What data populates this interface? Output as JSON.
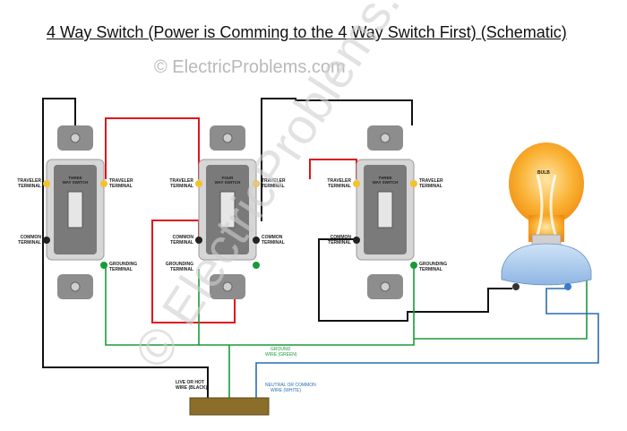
{
  "title": "4 Way Switch (Power is Comming to the 4 Way Switch First) (Schematic)",
  "copyright": "© ElectricProblems.com",
  "watermark": "© ElectricProblems.com",
  "colors": {
    "hot": "#111111",
    "traveler": "#e0161b",
    "ground": "#1a9a3a",
    "neutral": "#2a6db4",
    "junction_box": "#8a6e2a",
    "bulb": "#f7a01a"
  },
  "switches": [
    {
      "name": "three-way-switch-left",
      "body_lines": [
        "THREE",
        "WAY SWITCH"
      ],
      "traveler_label": [
        "TRAVELER",
        "TERMINAL"
      ],
      "traveler_label_right": [
        "TRAVELER",
        "TERMINAL"
      ],
      "common_label": [
        "COMMON",
        "TERMINAL"
      ],
      "ground_label": [
        "GROUNDING",
        "TERMINAL"
      ]
    },
    {
      "name": "four-way-switch",
      "body_lines": [
        "FOUR",
        "WAY SWITCH"
      ],
      "traveler_label": [
        "TRAVELER",
        "TERMINAL"
      ],
      "traveler_label_right": [
        "TRAVELER",
        "TERMINAL"
      ],
      "common_label": [
        "COMMON",
        "TERMINAL"
      ],
      "common_label_right": [
        "COMMON",
        "TERMINAL"
      ],
      "ground_label": [
        "GROUNDING",
        "TERMINAL"
      ]
    },
    {
      "name": "three-way-switch-right",
      "body_lines": [
        "THREE",
        "WAY SWITCH"
      ],
      "traveler_label": [
        "TRAVELER",
        "TERMINAL"
      ],
      "traveler_label_right": [
        "TRAVELER",
        "TERMINAL"
      ],
      "common_label": [
        "COMMON",
        "TERMINAL"
      ],
      "ground_label": [
        "GROUNDING",
        "TERMINAL"
      ]
    }
  ],
  "bulb_label": "BULB",
  "wire_labels": {
    "hot": [
      "LIVE OR HOT",
      "WIRE (BLACK)"
    ],
    "ground": [
      "GROUND",
      "WIRE (GREEN)"
    ],
    "neutral": [
      "NEUTRAL OR COMMON",
      "WIRE (WHITE)"
    ]
  }
}
